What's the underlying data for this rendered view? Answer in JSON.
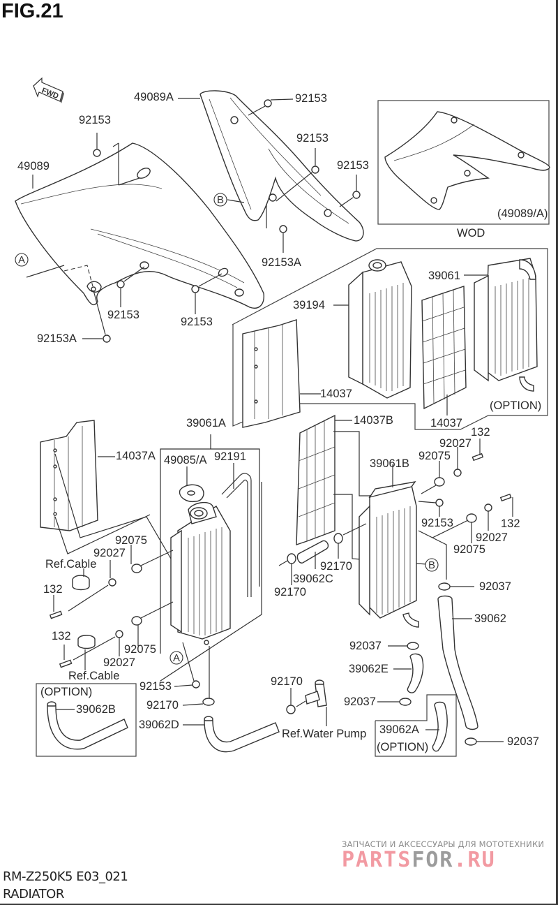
{
  "figure": {
    "title": "FIG.21",
    "model_code": "RM-Z250K5 E03_021",
    "section_name": "RADIATOR"
  },
  "orientation": {
    "arrow_label": "FWD",
    "icon": "forward-arrow-icon"
  },
  "reference_markers": [
    "A",
    "B"
  ],
  "part_labels": {
    "shroud_right": "49089",
    "shroud_left": "49089A",
    "bolt_a": "92153",
    "bolt_b": "92153",
    "bolt_c": "92153",
    "bolt_d": "92153",
    "bolt_e": "92153",
    "bolt_f": "92153",
    "bolt_g": "92153",
    "bolt_h": "92153",
    "bolt_screw_a": "92153A",
    "bolt_screw_b": "92153A",
    "wod_shroud": "(49089/A)",
    "wod_caption": "WOD",
    "radiator_assy_option": "39194",
    "radiator_option": "39061",
    "option_1": "(OPTION)",
    "grille_option_left": "14037",
    "grille_option_right": "14037",
    "radiator_a": "39061A",
    "grille_a": "14037A",
    "cap": "49085/A",
    "breather_hose": "92191",
    "grille_b": "14037B",
    "radiator_b": "39061B",
    "screw_132_a": "132",
    "screw_132_b": "132",
    "screw_132_c": "132",
    "screw_132_d": "132",
    "collar_92027_a": "92027",
    "collar_92027_b": "92027",
    "collar_92027_c": "92027",
    "collar_92027_d": "92027",
    "cushion_92075_a": "92075",
    "cushion_92075_b": "92075",
    "cushion_92075_c": "92075",
    "cushion_92075_d": "92075",
    "ref_cable_a": "Ref.Cable",
    "ref_cable_b": "Ref.Cable",
    "clamp_92170_a": "92170",
    "clamp_92170_b": "92170",
    "clamp_92170_c": "92170",
    "clamp_92170_d": "92170",
    "hose_39062c": "39062C",
    "clamp_92037_a": "92037",
    "clamp_92037_b": "92037",
    "clamp_92037_c": "92037",
    "clamp_92037_d": "92037",
    "hose_39062": "39062",
    "hose_39062e": "39062E",
    "option_2": "(OPTION)",
    "hose_39062b": "39062B",
    "hose_39062d": "39062D",
    "ref_water_pump": "Ref.Water Pump",
    "hose_39062a": "39062A",
    "option_3": "(OPTION)"
  },
  "watermark": {
    "tagline": "ЗАПЧАСТИ И АКСЕССУАРЫ ДЛЯ МОТОТЕХНИКИ",
    "brand_part1": "PARTS",
    "brand_part2": "FOR",
    "brand_part3": ".RU",
    "color_primary": "#f29aa2",
    "color_secondary": "#9c9c9c"
  }
}
